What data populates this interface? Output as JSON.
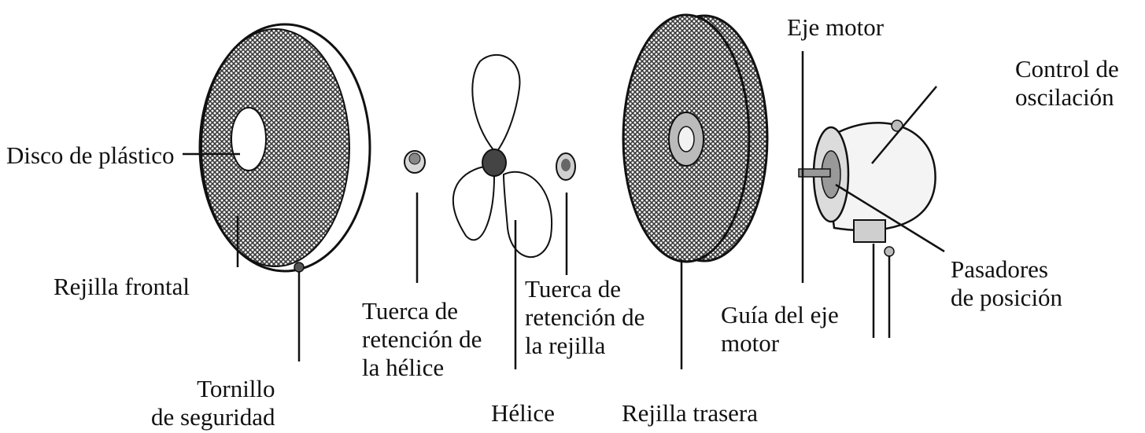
{
  "colors": {
    "ink": "#111111",
    "mesh": "#4a4a4a",
    "paper": "#ffffff",
    "motor_shade": "#dcdcdc"
  },
  "labels": {
    "eje_motor": "Eje motor",
    "control_oscilacion": "Control de\noscilación",
    "disco_plastico": "Disco de plástico",
    "rejilla_frontal": "Rejilla frontal",
    "tornillo_seguridad": "Tornillo\nde seguridad",
    "tuerca_helice": "Tuerca de\nretención de\nla hélice",
    "tuerca_rejilla": "Tuerca de\nretención de\nla rejilla",
    "helice": "Hélice",
    "rejilla_trasera": "Rejilla trasera",
    "guia_eje": "Guía del eje\nmotor",
    "pasadores": "Pasadores\nde posición"
  }
}
